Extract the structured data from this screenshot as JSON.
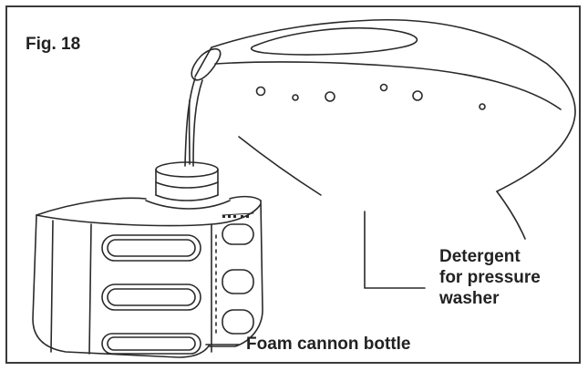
{
  "figure": {
    "label": "Fig. 18"
  },
  "callouts": {
    "detergent_line1": "Detergent",
    "detergent_line2": "for pressure",
    "detergent_line3": "washer",
    "bottle": "Foam cannon bottle"
  },
  "colors": {
    "ink": "#222222",
    "border": "#3a3a3a",
    "background": "#ffffff"
  }
}
